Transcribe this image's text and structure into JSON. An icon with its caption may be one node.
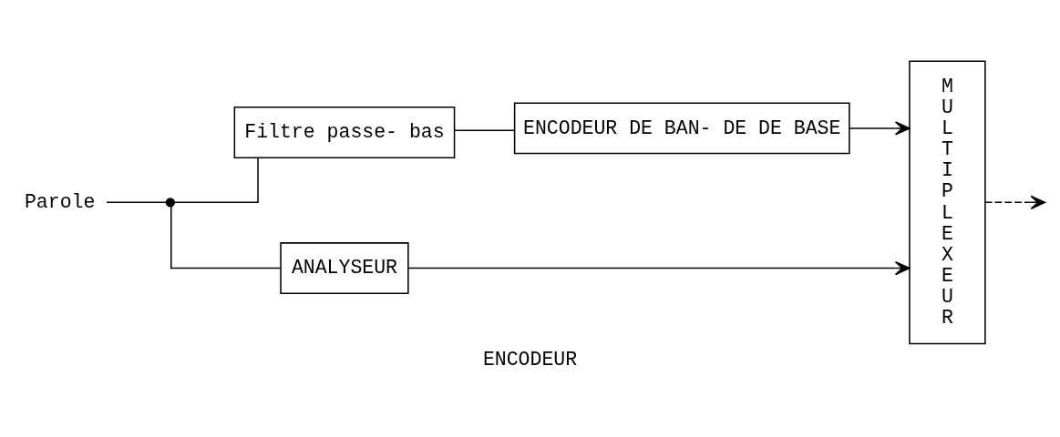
{
  "diagram": {
    "caption": "ENCODEUR",
    "nodes": [
      {
        "text": [
          "Parole"
        ]
      },
      {
        "text": [],
        "shape": "circle"
      },
      {
        "text": [
          "Filtre passe- bas"
        ]
      },
      {
        "text": [
          "ENCODEUR DE BAN- DE DE BASE"
        ]
      },
      {
        "text": [
          "ANALYSEUR"
        ]
      },
      {
        "text": [
          "MULTIPLEXEUR"
        ]
      }
    ],
    "edges": [
      {
        "from": 0,
        "to": 1,
        "arrow": "none"
      },
      {
        "from": 1,
        "to": 2,
        "arrow": "none"
      },
      {
        "from": 2,
        "to": 3,
        "arrow": "none"
      },
      {
        "from": 3,
        "to": 5,
        "arrow": "to"
      },
      {
        "from": 1,
        "to": 4,
        "arrow": "none"
      },
      {
        "from": 4,
        "to": 5,
        "arrow": "to"
      },
      {
        "from": 5,
        "to": null,
        "arrow": "to",
        "style": "dashed"
      }
    ]
  }
}
